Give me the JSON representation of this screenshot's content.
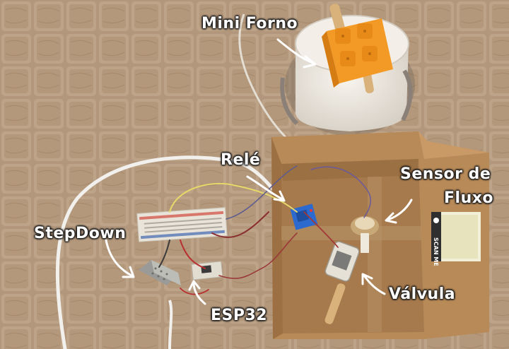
{
  "labels": {
    "mini_forno": "Mini Forno",
    "rele": "Relé",
    "sensor_line1": "Sensor de",
    "sensor_line2": "Fluxo",
    "stepdown": "StepDown",
    "valvula": "Válvula",
    "esp32": "ESP32"
  },
  "sticker": {
    "scan_text": "SCAN ME"
  },
  "colors": {
    "floor": "#b59b80",
    "cardboard": "#b88a58",
    "cardboard_inner": "#a67a4c",
    "oven_bucket": "#ece7df",
    "orange_cube": "#f39a26",
    "label_text": "#ffffff"
  }
}
